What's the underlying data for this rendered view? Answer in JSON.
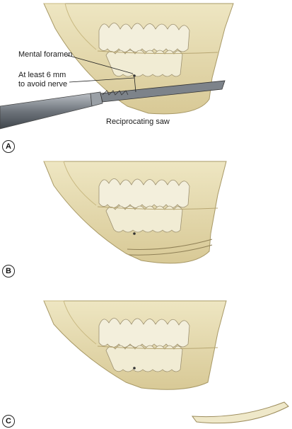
{
  "panels": [
    {
      "letter": "A"
    },
    {
      "letter": "B"
    },
    {
      "letter": "C"
    }
  ],
  "labels": {
    "mental_foramen": "Mental foramen",
    "distance_line1": "At least 6 mm",
    "distance_line2": "to avoid nerve",
    "saw": "Reciprocating saw"
  },
  "colors": {
    "bone": "#e9dfb4",
    "bone_shadow": "#c9b982",
    "tooth": "#f3efdc",
    "gum_line": "#b7a672",
    "instrument": "#8a8f96"
  }
}
